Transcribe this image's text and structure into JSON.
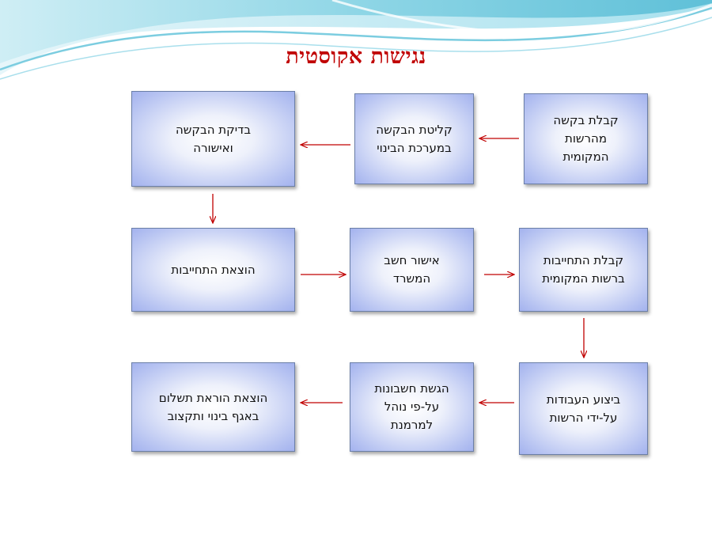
{
  "slide": {
    "title": "נגישות אקוסטית",
    "accent_color": "#c00000",
    "arrow_color": "#c00000"
  },
  "steps": [
    {
      "label": "קבלת בקשה\nמהרשות\nהמקומית"
    },
    {
      "label": "קליטת הבקשה\nבמערכת הבינוי"
    },
    {
      "label": "בדיקת הבקשה\nואישורה"
    },
    {
      "label": "הוצאת התחייבות"
    },
    {
      "label": "אישור חשב\nהמשרד"
    },
    {
      "label": "קבלת התחייבות\nברשות המקומית"
    },
    {
      "label": "ביצוע העבודות\nעל-ידי הרשות"
    },
    {
      "label": "הגשת חשבונות\nעל-פי נוהל\nלמרמנת"
    },
    {
      "label": "הוצאת הוראת תשלום\nבאגף בינוי ותקצוב"
    }
  ]
}
